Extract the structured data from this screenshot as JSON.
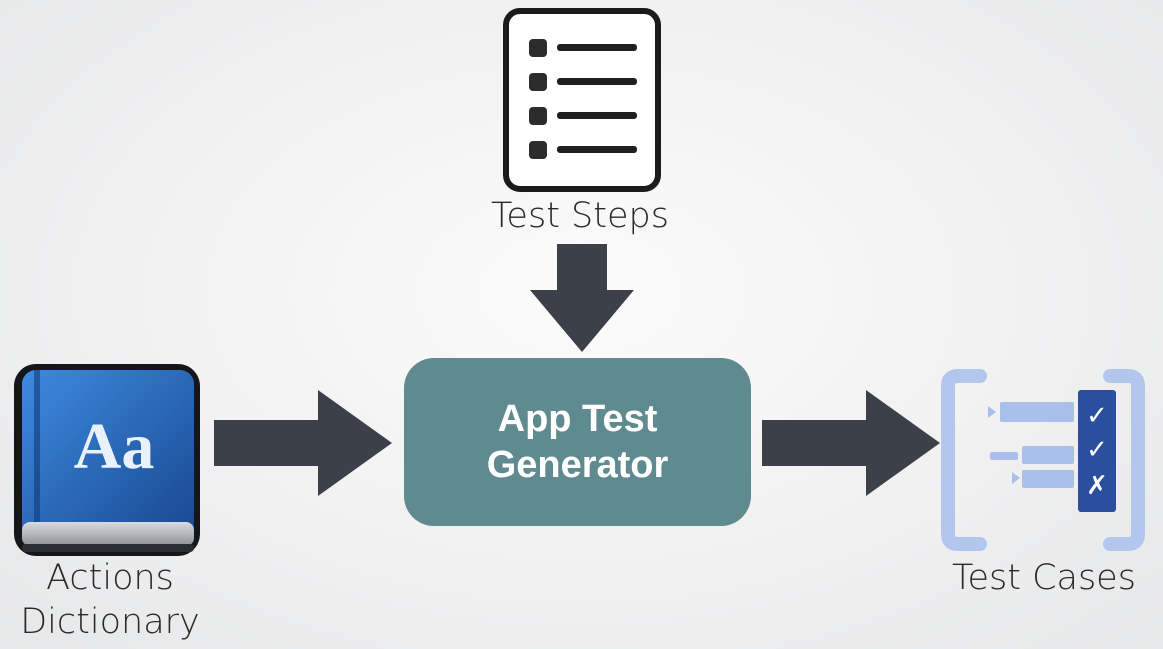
{
  "nodes": {
    "test_steps": {
      "label": "Test Steps",
      "icon": "checklist-icon"
    },
    "actions_dictionary": {
      "label_line1": "Actions",
      "label_line2": "Dictionary",
      "icon": "dictionary-book-icon",
      "icon_text": "Aa"
    },
    "generator": {
      "line1": "App Test",
      "line2": "Generator"
    },
    "test_cases": {
      "label": "Test Cases",
      "icon": "test-cases-icon",
      "marks": [
        "✓",
        "✓",
        "✗"
      ]
    }
  },
  "colors": {
    "arrow": "#3b4049",
    "generator_fill": "#5f8a8f",
    "generator_text": "#ffffff",
    "book_blue": "#1f5fb0",
    "test_cases_light": "#a9bde8",
    "test_cases_dark": "#2a4f9e"
  },
  "edges": [
    {
      "from": "test_steps",
      "to": "generator"
    },
    {
      "from": "actions_dictionary",
      "to": "generator"
    },
    {
      "from": "generator",
      "to": "test_cases"
    }
  ]
}
